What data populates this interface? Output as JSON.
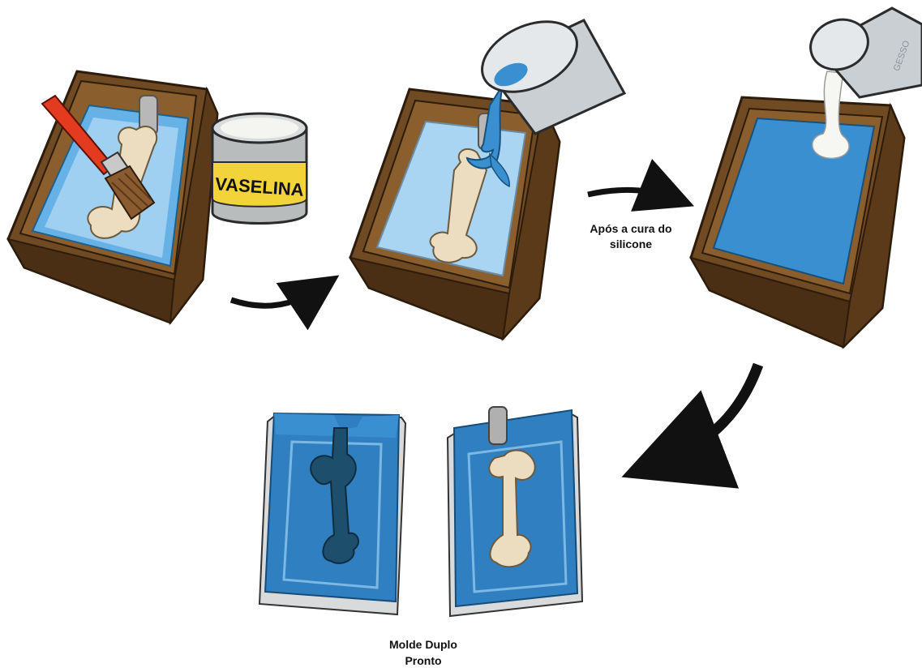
{
  "can_label": "VASELINA",
  "cup_label": "GESSO",
  "caption_cure": {
    "line1": "Após a cura do",
    "line2": "silicone"
  },
  "caption_final": {
    "line1": "Molde Duplo",
    "line2": "Pronto"
  },
  "colors": {
    "box_wood": "#7a5226",
    "box_dark": "#4a2f14",
    "silicone_blue": "#3a8fd0",
    "silicone_light": "#a9d4f2",
    "bone": "#ecdcc0",
    "bone_cavity": "#1d4e6b",
    "brush_red": "#e23b1f",
    "can_label_yellow": "#f2d43a",
    "cup_grey": "#c9cfd3",
    "plaster_white": "#f6f6f2",
    "arrow": "#111111"
  }
}
